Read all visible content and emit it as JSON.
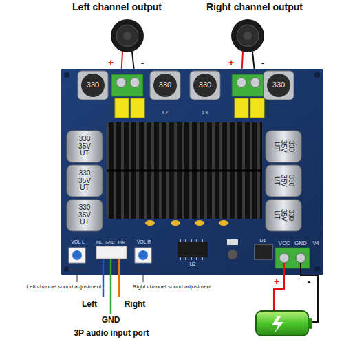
{
  "diagram": {
    "labels": [
      "Left channel output",
      "Right channel output",
      "+",
      "-",
      "+",
      "-",
      "330",
      "330",
      "330",
      "330",
      "330 35V UT",
      "330 35V UT",
      "330 35V UT",
      "330 35V UT",
      "330 35V UT",
      "330 35V UT",
      "L2",
      "L3",
      "VOL L",
      "INL",
      "GND",
      "INR",
      "VOL R",
      "U2",
      "D1",
      "VCC",
      "GND",
      "V4",
      "+",
      "-",
      "Left channel sound adjustment",
      "Right channel sound adjustment",
      "Left",
      "Right",
      "GND",
      "3P audio input port"
    ]
  }
}
